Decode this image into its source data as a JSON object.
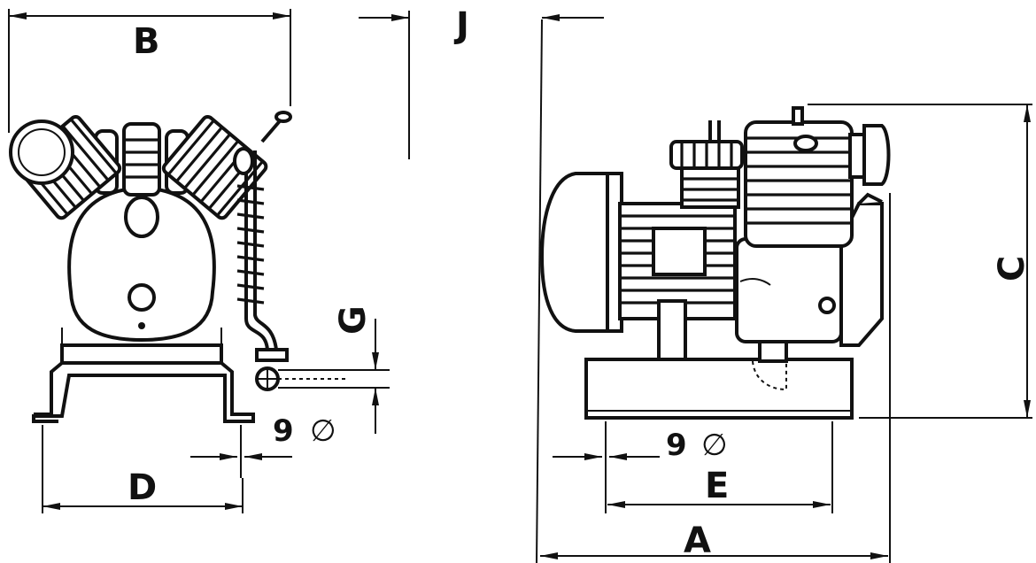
{
  "labels": {
    "A": "A",
    "B": "B",
    "C": "C",
    "D": "D",
    "E": "E",
    "G": "G",
    "J": "J",
    "hole_left": "9",
    "hole_right": "9",
    "diameter_symbol": "∅"
  },
  "colors": {
    "ink": "#111111",
    "paper": "#ffffff"
  }
}
